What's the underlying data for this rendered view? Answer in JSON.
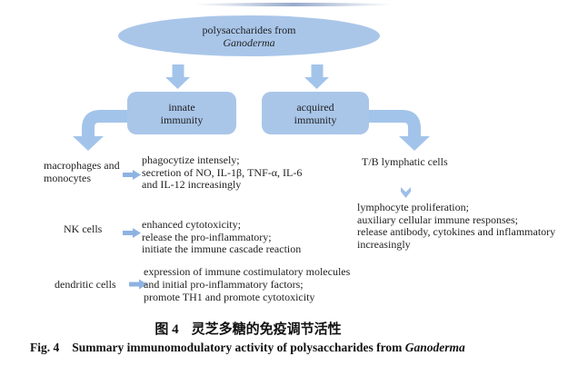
{
  "colors": {
    "shape_fill": "#a9c6e9",
    "connector_fill": "#a3c4ea",
    "small_arrow_fill": "#8eb3e2",
    "text": "#222222"
  },
  "root": {
    "line1": "polysaccharides from",
    "line2_italic": "Ganoderma"
  },
  "branches": {
    "innate": {
      "line1": "innate",
      "line2": "immunity"
    },
    "acquired": {
      "line1": "acquired",
      "line2": "immunity"
    }
  },
  "innate_rows": [
    {
      "cell": "macrophages and monocytes",
      "effects": [
        "phagocytize intensely;",
        "secretion of NO, IL-1β, TNF-α, IL-6",
        "and IL-12 increasingly"
      ]
    },
    {
      "cell": "NK cells",
      "effects": [
        "enhanced cytotoxicity;",
        "release the pro-inflammatory;",
        "initiate the immune cascade reaction"
      ]
    },
    {
      "cell": "dendritic cells",
      "effects": [
        "expression of immune costimulatory molecules",
        "and initial pro-inflammatory factors;",
        "promote TH1 and promote cytotoxicity"
      ]
    }
  ],
  "acquired_branch": {
    "cell": "T/B lymphatic cells",
    "effects": [
      "lymphocyte proliferation;",
      "auxiliary cellular immune responses;",
      "release antibody, cytokines and inflammatory",
      "increasingly"
    ]
  },
  "caption": {
    "zh_label": "图 4",
    "zh_text": "灵芝多糖的免疫调节活性",
    "en_label": "Fig. 4",
    "en_text": "Summary immunomodulatory activity of polysaccharides from",
    "en_italic": "Ganoderma"
  }
}
